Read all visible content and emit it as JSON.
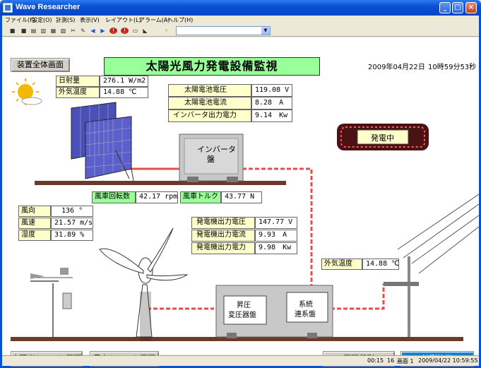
{
  "window": {
    "title": "Wave Researcher"
  },
  "menu": [
    {
      "label": "ファイル(F)"
    },
    {
      "label": "設定(O)"
    },
    {
      "label": "計測(S)"
    },
    {
      "label": "表示(V)"
    },
    {
      "label": "レイアウト(L)"
    },
    {
      "label": "アラーム(A)"
    },
    {
      "label": "ヘルプ(H)"
    }
  ],
  "toolbar": {
    "combo_value": ""
  },
  "header": {
    "overview_button": "装置全体画面",
    "title": "太陽光風力発電設備監視",
    "date": "2009年04月22日",
    "time": "10時59分53秒"
  },
  "weather": {
    "irradiance_label": "日射量",
    "irradiance_value": "276.1 W/m2",
    "outside_temp_label": "外気温度",
    "outside_temp_value": "14.88 ℃"
  },
  "solar": {
    "voltage_label": "太陽電池電圧",
    "voltage_value": "119.08 V",
    "current_label": "太陽電池電流",
    "current_value": "8.28　A",
    "inverter_power_label": "インバータ出力電力",
    "inverter_power_value": "9.14　Kw",
    "inverter_label_1": "インバータ",
    "inverter_label_2": "盤"
  },
  "status": {
    "generating": "発電中"
  },
  "wind_turbine": {
    "rotation_label": "風車回転数",
    "rotation_value": "42.17 rpm",
    "torque_label": "風車トルク",
    "torque_value": "43.77 N"
  },
  "wind_sensors": {
    "direction_label": "風向",
    "direction_value": "136 °",
    "speed_label": "風速",
    "speed_value": "21.57 m/s",
    "humidity_label": "湿度",
    "humidity_value": "31.89 %"
  },
  "generator": {
    "voltage_label": "発電機出力電圧",
    "voltage_value": "147.77 V",
    "current_label": "発電機出力電流",
    "current_value": "9.93　A",
    "power_label": "発電機出力電力",
    "power_value": "9.98　Kw"
  },
  "grid": {
    "outside_temp_label": "外気温度",
    "outside_temp_value": "14.88 ℃",
    "transformer_label_1": "昇圧",
    "transformer_label_2": "変圧器盤",
    "interconnect_label_1": "系統",
    "interconnect_label_2": "連系盤"
  },
  "footer": {
    "solar_trend_button": "太陽光トレンド画面",
    "wind_trend_button": "風力トレンド画面",
    "print_button": "画面印刷",
    "stop_button": "計測終了"
  },
  "statusbar": {
    "elapsed": "00:15",
    "count": "16",
    "screen": "画面 1",
    "datetime": "2009/04/22 10:59:55"
  },
  "colors": {
    "accent_green": "#99ff99",
    "label_yellow": "#ffffcc",
    "stop_button_blue": "#1c7fc7",
    "cable_red": "#e84c4c",
    "ground_brown": "#6b3a2a"
  }
}
